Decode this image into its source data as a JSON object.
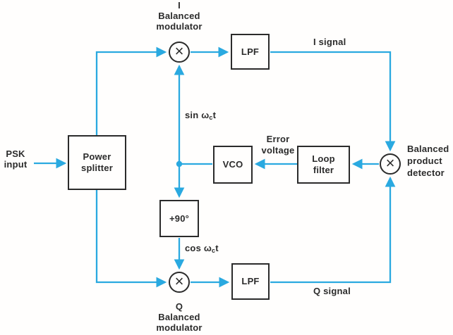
{
  "colors": {
    "wire": "#2aa9e0",
    "ink": "#2b2b2b",
    "background": "#fffefd"
  },
  "blocks": {
    "power_splitter": {
      "line1": "Power",
      "line2": "splitter"
    },
    "lpf_i": {
      "label": "LPF"
    },
    "lpf_q": {
      "label": "LPF"
    },
    "vco": {
      "label": "VCO"
    },
    "phase_shift": {
      "label": "+90°"
    },
    "loop_filter": {
      "line1": "Loop",
      "line2": "filter"
    }
  },
  "multipliers": {
    "i_modulator": {
      "symbol": "×",
      "caption": [
        "I",
        "Balanced",
        "modulator"
      ]
    },
    "q_modulator": {
      "symbol": "×",
      "caption": [
        "Q",
        "Balanced",
        "modulator"
      ]
    },
    "product_detector": {
      "symbol": "×",
      "caption": [
        "Balanced",
        "product",
        "detector"
      ]
    }
  },
  "labels": {
    "psk_input": {
      "line1": "PSK",
      "line2": "input"
    },
    "i_signal": "I signal",
    "q_signal": "Q signal",
    "error_voltage": {
      "line1": "Error",
      "line2": "voltage"
    },
    "sin_carrier": {
      "pre": "sin ω",
      "sub": "c",
      "post": "t"
    },
    "cos_carrier": {
      "pre": "cos ω",
      "sub": "c",
      "post": "t"
    }
  }
}
